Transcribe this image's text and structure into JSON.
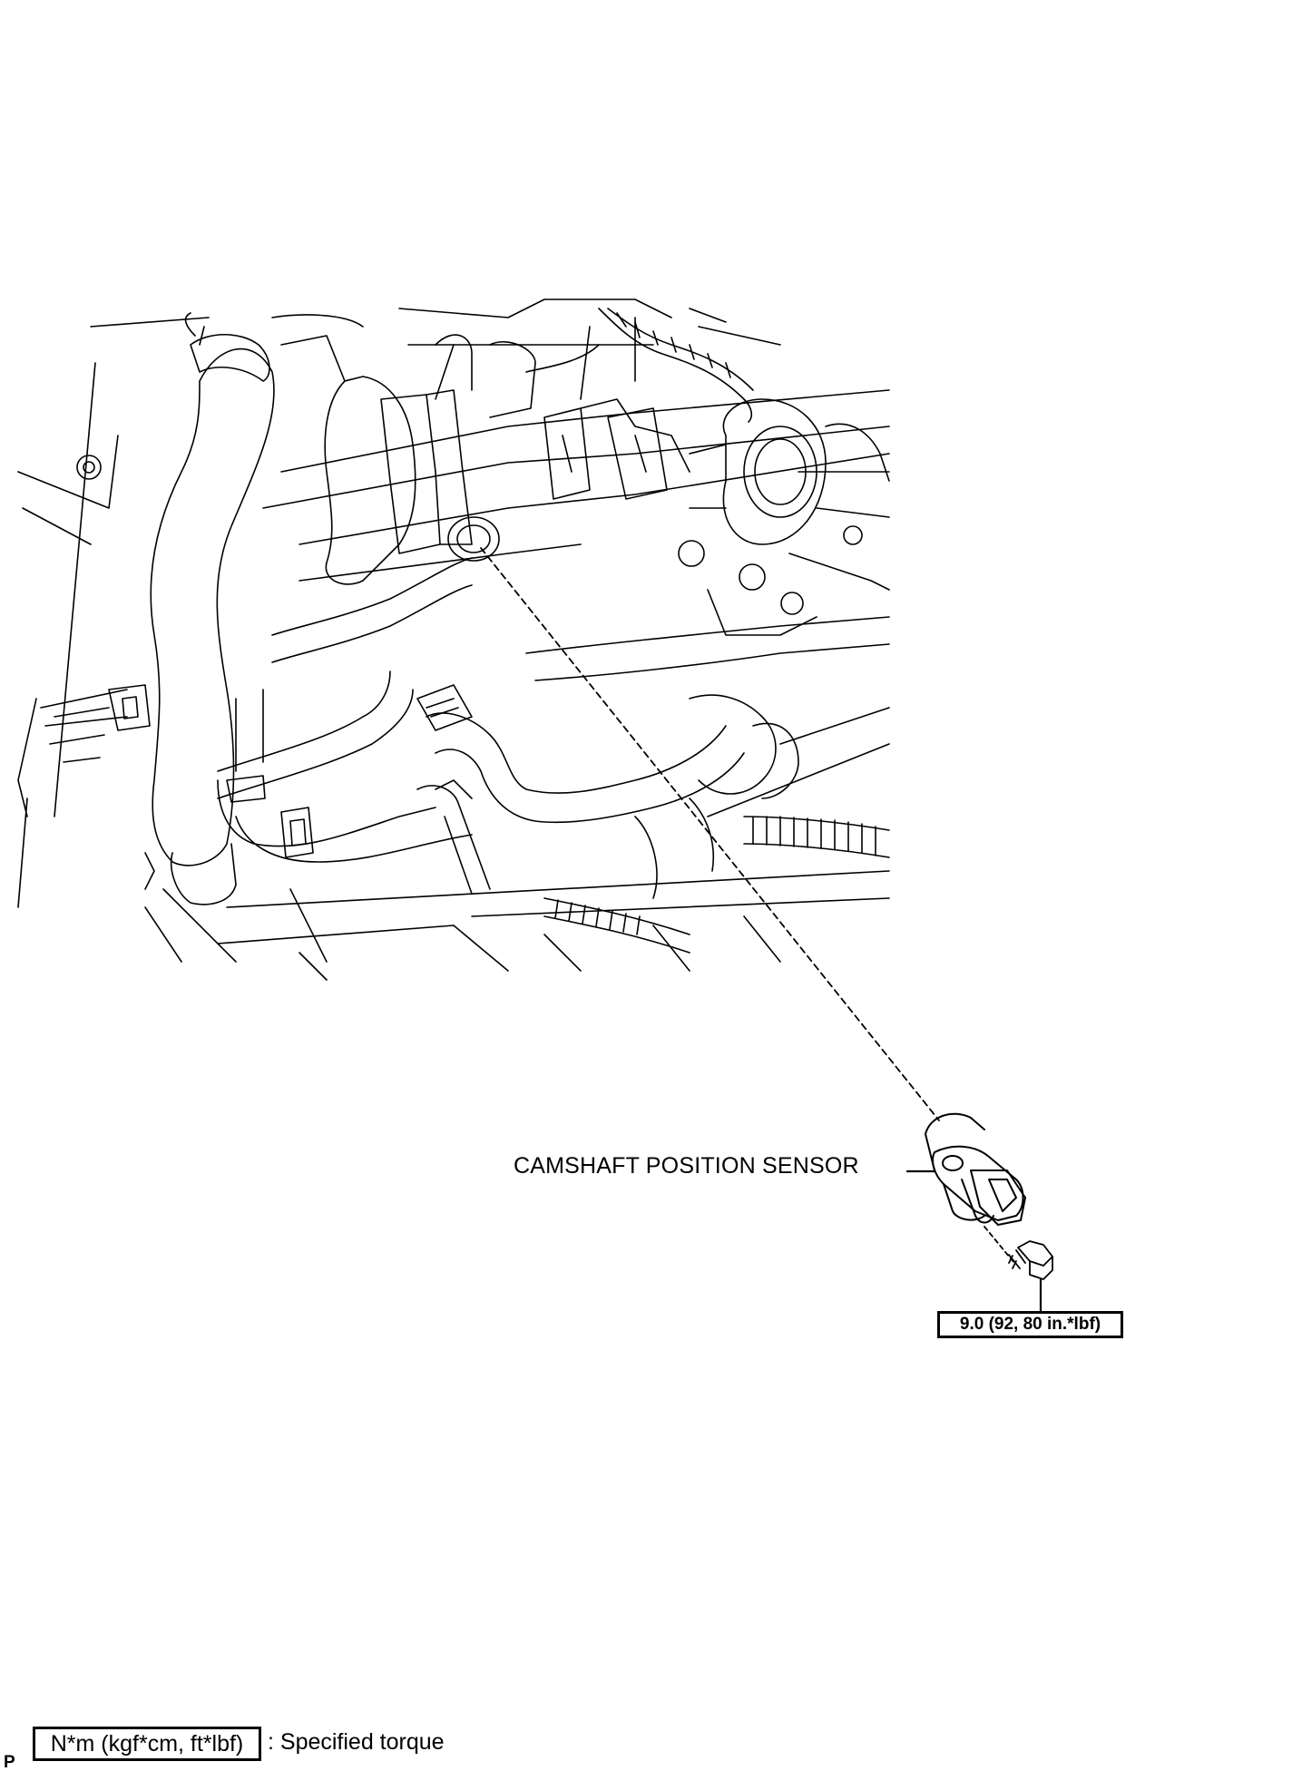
{
  "diagram": {
    "component_label": "CAMSHAFT POSITION SENSOR",
    "torque_spec": "9.0 (92, 80 in.*lbf)"
  },
  "legend": {
    "marker": "P",
    "unit_box": "N*m (kgf*cm, ft*lbf)",
    "description": ": Specified torque"
  }
}
